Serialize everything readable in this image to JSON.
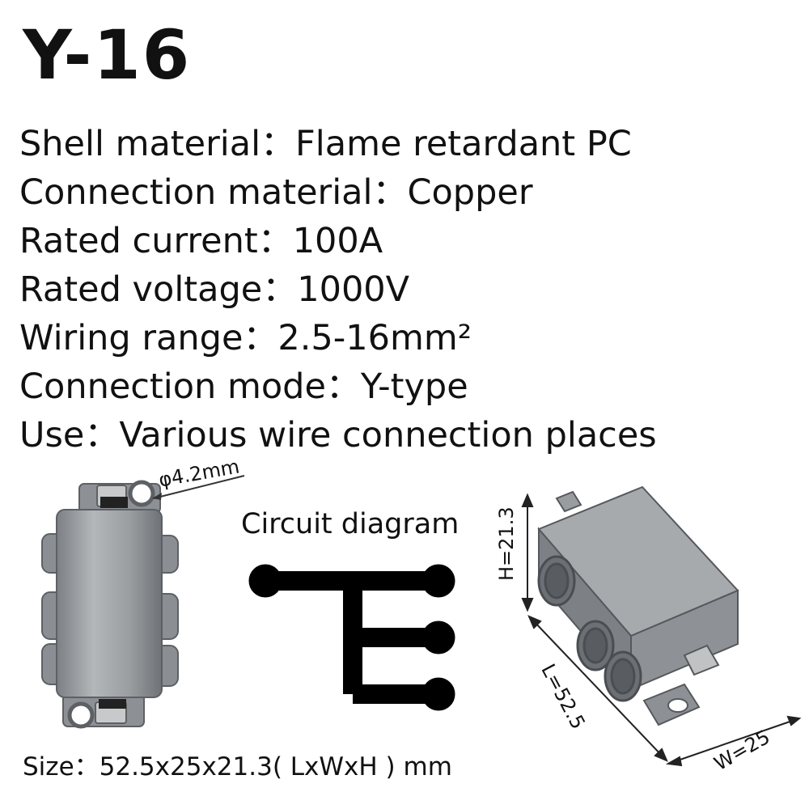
{
  "title": "Y-16",
  "specs": [
    {
      "label": "Shell material",
      "value": "Flame retardant PC"
    },
    {
      "label": "Connection material",
      "value": "Copper"
    },
    {
      "label": "Rated current",
      "value": "100A"
    },
    {
      "label": "Rated voltage",
      "value": "1000V"
    },
    {
      "label": "Wiring range",
      "value": "2.5-16mm²"
    },
    {
      "label": "Connection mode",
      "value": "Y-type"
    },
    {
      "label": "Use",
      "value": "Various wire connection places"
    }
  ],
  "separator": "：",
  "hole_label": "φ4.2mm",
  "circuit_title": "Circuit diagram",
  "size_text": "Size：52.5x25x21.3( LxWxH ) mm",
  "dimensions": {
    "height": "H=21.3",
    "length": "L=52.5",
    "width": "W=25"
  },
  "colors": {
    "shell": "#8f9296",
    "shell_dark": "#6c6f73",
    "shell_light": "#b7babd",
    "diagram": "#000000"
  }
}
